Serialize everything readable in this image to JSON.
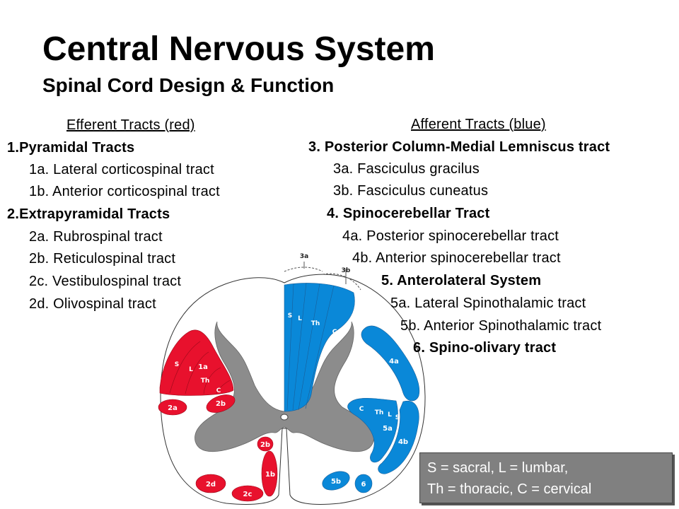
{
  "title": "Central Nervous System",
  "subtitle": "Spinal Cord Design & Function",
  "efferent": {
    "header": "Efferent Tracts (red)",
    "lines": [
      "1.Pyramidal Tracts",
      "1a.  Lateral corticospinal tract",
      "1b.  Anterior corticospinal tract",
      "2.Extrapyramidal Tracts",
      "2a.  Rubrospinal tract",
      "2b.  Reticulospinal tract",
      "2c.  Vestibulospinal tract",
      "2d.  Olivospinal tract"
    ]
  },
  "afferent": {
    "header": "Afferent Tracts (blue)",
    "lines": [
      "3.  Posterior Column-Medial Lemniscus tract",
      "3a. Fasciculus gracilus",
      "3b.  Fasciculus cuneatus",
      "4.  Spinocerebellar Tract",
      "4a.  Posterior spinocerebellar tract",
      "4b.  Anterior spinocerebellar tract",
      "5.  Anterolateral System",
      "5a.  Lateral Spinothalamic tract",
      "5b.  Anterior Spinothalamic tract",
      "6.  Spino-olivary tract"
    ]
  },
  "legend": {
    "line1": "S = sacral, L = lumbar,",
    "line2": "Th = thoracic, C = cervical"
  },
  "diagram": {
    "colors": {
      "efferent": "#e8112d",
      "afferent": "#0a88d8",
      "grey_matter": "#8c8c8c"
    },
    "labels": {
      "l3a": "3a",
      "l3b": "3b",
      "S": "S",
      "L": "L",
      "Th": "Th",
      "C": "C",
      "l1a": "1a",
      "l1b": "1b",
      "l2a": "2a",
      "l2b": "2b",
      "l2c": "2c",
      "l2d": "2d",
      "l4a": "4a",
      "l4b": "4b",
      "l5a": "5a",
      "l5b": "5b",
      "l6": "6"
    }
  }
}
